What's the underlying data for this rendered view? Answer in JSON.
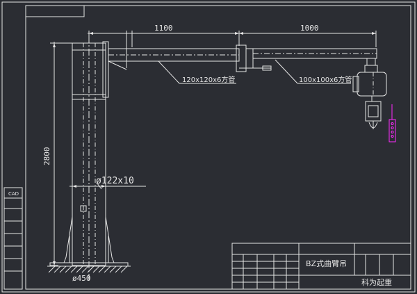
{
  "colors": {
    "background": "#2b2d33",
    "line": "#e6e6e6",
    "accent": "#ff2bff"
  },
  "dimensions": {
    "arm1_length": "1100",
    "arm2_length": "1000",
    "column_height": "2800",
    "column_spec": "ø122x10",
    "base_diameter": "ø450"
  },
  "annotations": {
    "arm1_tube": "120x120x6方管",
    "arm2_tube": "100x100x6方管"
  },
  "title_block": {
    "drawing_title": "BZ式曲臂吊",
    "company": "科为起重"
  },
  "side_block": {
    "heading": "CAD"
  }
}
